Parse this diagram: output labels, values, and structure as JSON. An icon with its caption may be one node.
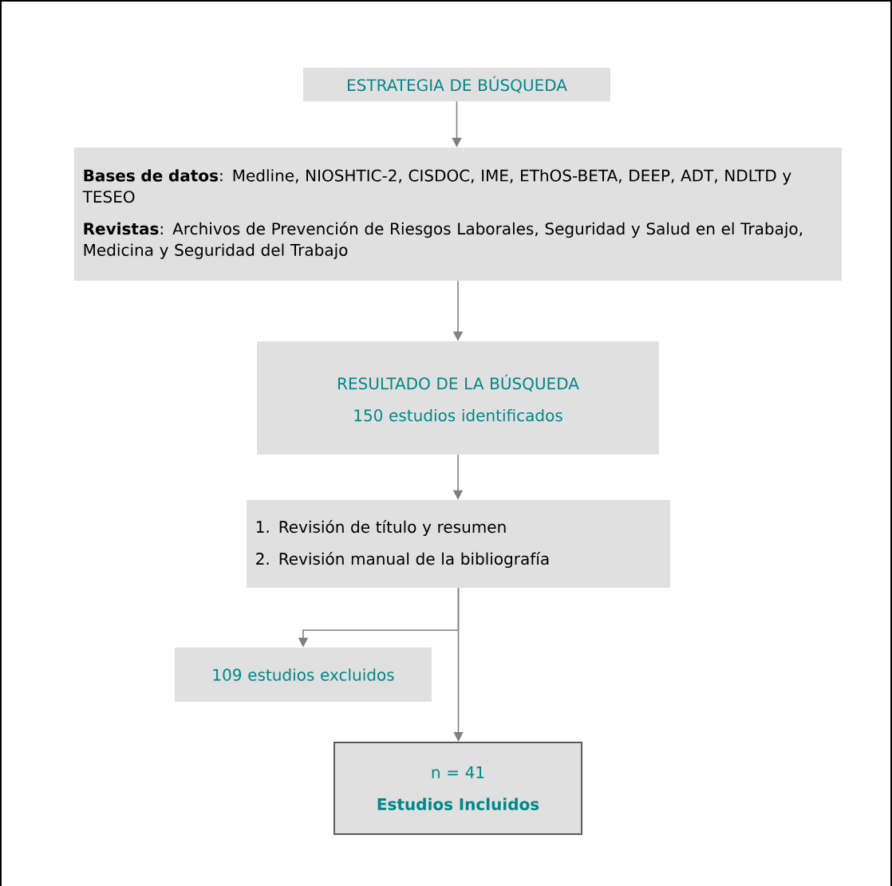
{
  "diagram": {
    "nodes": [
      {
        "text": [
          "ESTRATEGIA DE BÚSQUEDA"
        ]
      },
      {
        "text": [
          "**Bases de datos**: Medline, NIOSHTIC-2, CISDOC, IME, EThOS-BETA, DEEP, ADT, NDLTD y TESEO",
          "**Revistas**: Archivos de Prevención de Riesgos Laborales, Seguridad y Salud en el Trabajo, Medicina y Seguridad del Trabajo"
        ]
      },
      {
        "text": [
          "RESULTADO DE LA BÚSQUEDA",
          "150 estudios identificados"
        ]
      },
      {
        "text": [
          "1. Revisión de título y resumen",
          "2. Revisión manual de la bibliografía"
        ]
      },
      {
        "text": [
          "109 estudios excluidos"
        ]
      },
      {
        "text": [
          "n = 41",
          "Estudios Incluidos"
        ]
      }
    ],
    "edges": [
      {
        "from": 0,
        "to": 1,
        "arrow": "to"
      },
      {
        "from": 1,
        "to": 2,
        "arrow": "to"
      },
      {
        "from": 2,
        "to": 3,
        "arrow": "to"
      },
      {
        "from": 3,
        "to": 4,
        "arrow": "to"
      },
      {
        "from": 3,
        "to": 5,
        "arrow": "to"
      }
    ]
  }
}
